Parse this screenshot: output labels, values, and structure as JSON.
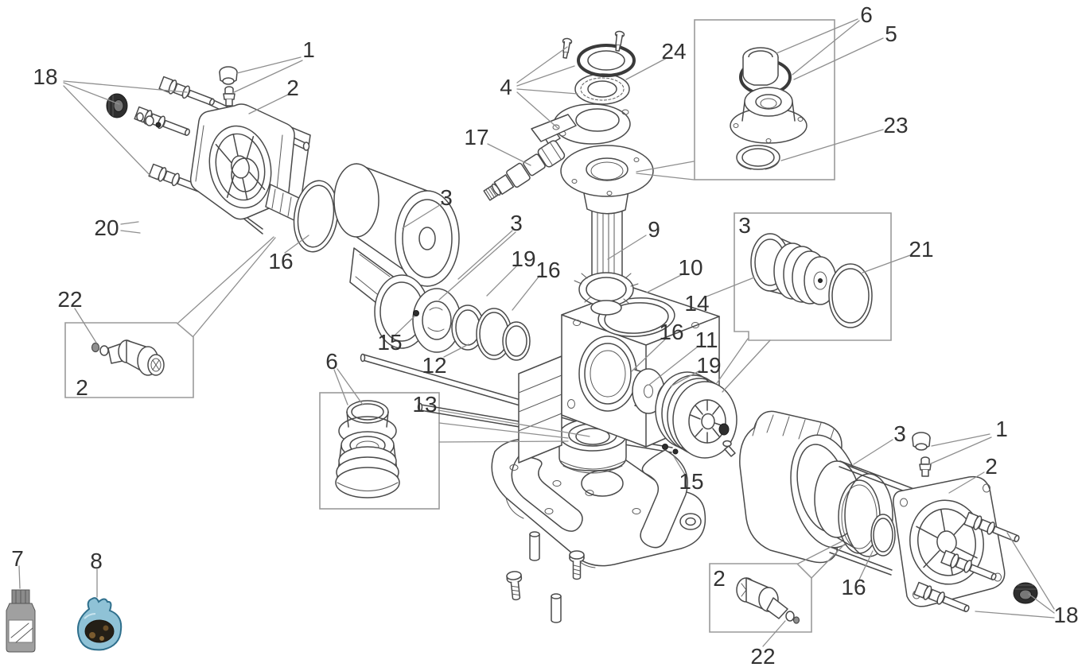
{
  "diagram": {
    "colors": {
      "background": "#ffffff",
      "part_line": "#4a4a4a",
      "leader_line": "#8f8f8f",
      "detail_box_border": "#9a9a9a",
      "label_text": "#333333",
      "dark_part": "#2e2e2e",
      "bottle_gray": "#a0a0a0",
      "sachet_blue": "#8fc2d6",
      "sachet_outline": "#2f6f8c"
    },
    "callouts": [
      {
        "label": "18"
      },
      {
        "label": "1"
      },
      {
        "label": "2"
      },
      {
        "label": "20"
      },
      {
        "label": "16"
      },
      {
        "label": "22"
      },
      {
        "label": "2"
      },
      {
        "label": "4"
      },
      {
        "label": "24"
      },
      {
        "label": "17"
      },
      {
        "label": "3"
      },
      {
        "label": "3"
      },
      {
        "label": "19"
      },
      {
        "label": "16"
      },
      {
        "label": "15"
      },
      {
        "label": "12"
      },
      {
        "label": "13"
      },
      {
        "label": "9"
      },
      {
        "label": "10"
      },
      {
        "label": "14"
      },
      {
        "label": "16"
      },
      {
        "label": "11"
      },
      {
        "label": "19"
      },
      {
        "label": "6"
      },
      {
        "label": "5"
      },
      {
        "label": "23"
      },
      {
        "label": "3"
      },
      {
        "label": "21"
      },
      {
        "label": "6"
      },
      {
        "label": "15"
      },
      {
        "label": "7"
      },
      {
        "label": "8"
      },
      {
        "label": "3"
      },
      {
        "label": "1"
      },
      {
        "label": "2"
      },
      {
        "label": "2"
      },
      {
        "label": "16"
      },
      {
        "label": "22"
      },
      {
        "label": "18"
      }
    ]
  }
}
